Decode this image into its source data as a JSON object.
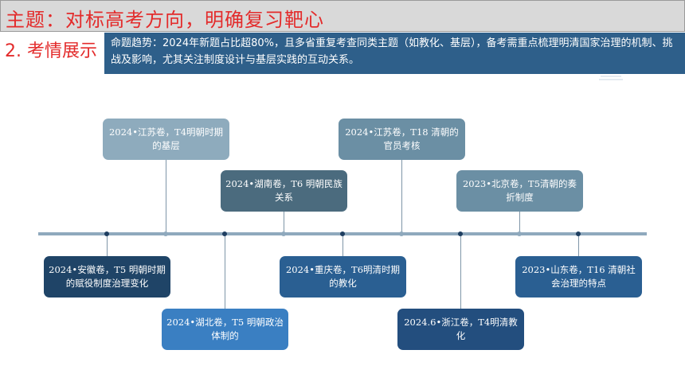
{
  "header": {
    "title": "主题：对标高考方向，明确复习靶心"
  },
  "section": {
    "label": "2. 考情展示"
  },
  "trend": {
    "text": "命题趋势：2024年新题占比超80%，且多省重复考查同类主题（如教化、基层），备考需重点梳理明清国家治理的机制、挑战及影响，尤其关注制度设计与基层实践的互动关系。"
  },
  "colors": {
    "title_red": "#e32b2b",
    "trend_bg": "#2e5f8a",
    "card_pale": "#8eabbd",
    "card_slate": "#4b6b7e",
    "card_steel": "#6b8fa4",
    "card_navy": "#1f4467",
    "card_blue": "#3a7fc2",
    "card_mid": "#2a5f92",
    "card_deep": "#234e7e"
  },
  "timeline": {
    "items": [
      {
        "text": "2024•安徽卷，T5 明朝时期的赋役制度治理变化",
        "position": "below"
      },
      {
        "text": "2024•江苏卷，T4明朝时期的基层",
        "position": "above"
      },
      {
        "text": "2024•湖北卷，T5 明朝政治体制的",
        "position": "below"
      },
      {
        "text": "2024•湖南卷，T6 明朝民族关系",
        "position": "above"
      },
      {
        "text": "2024•重庆卷，T6明清时期的教化",
        "position": "below"
      },
      {
        "text": "2024•江苏卷，T18 清朝的官员考核",
        "position": "above"
      },
      {
        "text": "2024.6•浙江卷，T4明清教化",
        "position": "below"
      },
      {
        "text": "2023•北京卷，T5清朝的奏折制度",
        "position": "above"
      },
      {
        "text": "2023•山东卷，T16 清朝社会治理的特点",
        "position": "below"
      }
    ]
  }
}
